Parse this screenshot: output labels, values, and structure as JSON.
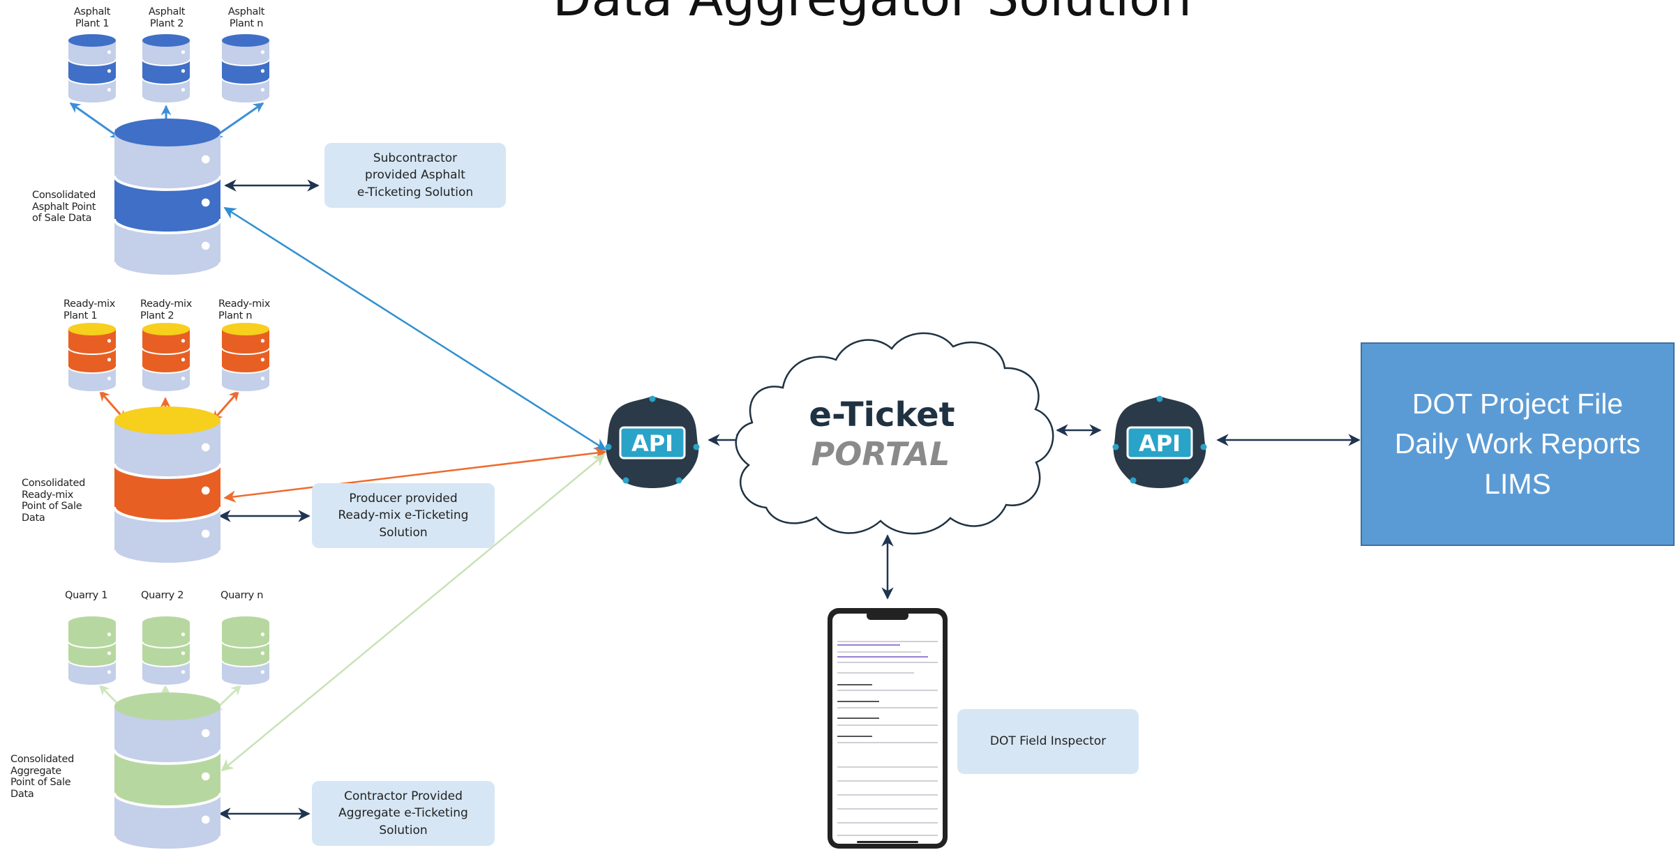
{
  "title": "Data Aggregator Solution",
  "asphalt": {
    "plants": [
      [
        "Asphalt",
        "Plant 1"
      ],
      [
        "Asphalt",
        "Plant 2"
      ],
      [
        "Asphalt",
        "Plant n"
      ]
    ],
    "consolidated": [
      "Consolidated",
      "Asphalt Point",
      "of Sale Data"
    ],
    "solution": [
      "Subcontractor",
      "provided Asphalt",
      "e-Ticketing Solution"
    ]
  },
  "readymix": {
    "plants": [
      [
        "Ready-mix",
        "Plant 1"
      ],
      [
        "Ready-mix",
        "Plant 2"
      ],
      [
        "Ready-mix",
        "Plant n"
      ]
    ],
    "consolidated": [
      "Consolidated",
      "Ready-mix",
      "Point of Sale",
      "Data"
    ],
    "solution": [
      "Producer provided",
      "Ready-mix e-Ticketing",
      "Solution"
    ]
  },
  "quarry": {
    "plants": [
      "Quarry 1",
      "Quarry 2",
      "Quarry n"
    ],
    "consolidated": [
      "Consolidated",
      "Aggregate",
      "Point of Sale",
      "Data"
    ],
    "solution": [
      "Contractor Provided",
      "Aggregate e-Ticketing",
      "Solution"
    ]
  },
  "portal": {
    "line1": "e-Ticket",
    "line2": "PORTAL"
  },
  "api_label": "API",
  "inspector": "DOT Field Inspector",
  "dot_box": [
    "DOT Project File",
    "Daily Work Reports",
    "LIMS"
  ],
  "colors": {
    "asphalt_blue": "#3f6fc7",
    "readymix_yellow": "#f7cf1d",
    "readymix_orange": "#e85f24",
    "quarry_green": "#b7d7a0",
    "drum_gray": "#c4cfe9",
    "solution_box": "#d6e6f4",
    "dot_box": "#5b9bd5",
    "api_badge": "#2b3a48",
    "api_accent": "#2aa3c8",
    "asphalt_link": "#2f8fd0",
    "readymix_link": "#ee6a2d",
    "quarry_link": "#c8e2b6",
    "portal_gray": "#8a8a8a",
    "portal_dark": "#1f3242"
  }
}
